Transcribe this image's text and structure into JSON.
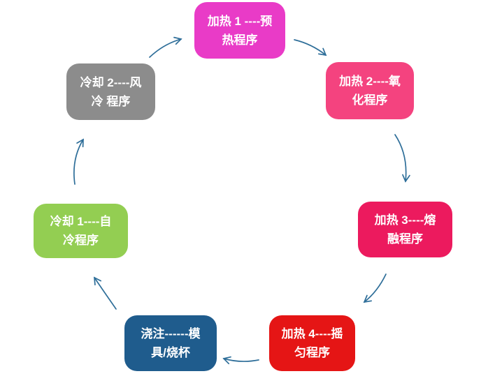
{
  "diagram": {
    "type": "cycle-flowchart",
    "background_color": "#FFFFFF",
    "arrow_color": "#2E6E99",
    "text_color": "#FFFFFF",
    "nodes": [
      {
        "id": "heat-1",
        "line1": "加热 1 ----预",
        "line2": "热程序",
        "color": "#E93BC7"
      },
      {
        "id": "heat-2",
        "line1": "加热 2----氧",
        "line2": "化程序",
        "color": "#F4437F"
      },
      {
        "id": "heat-3",
        "line1": "加热 3----熔",
        "line2": "融程序",
        "color": "#EC1A5E"
      },
      {
        "id": "heat-4",
        "line1": "加热 4----摇",
        "line2": "匀程序",
        "color": "#E51515"
      },
      {
        "id": "pour",
        "line1": "浇注------模",
        "line2": "具/烧杯",
        "color": "#1F5C8D"
      },
      {
        "id": "cool-1",
        "line1": "冷却 1----自",
        "line2": "冷程序",
        "color": "#93CE52"
      },
      {
        "id": "cool-2",
        "line1": "冷却 2----风",
        "line2": "冷 程序",
        "color": "#8C8C8C"
      }
    ],
    "connections": [
      {
        "from": "heat-1",
        "to": "heat-2"
      },
      {
        "from": "heat-2",
        "to": "heat-3"
      },
      {
        "from": "heat-3",
        "to": "heat-4"
      },
      {
        "from": "heat-4",
        "to": "pour"
      },
      {
        "from": "pour",
        "to": "cool-1"
      },
      {
        "from": "cool-1",
        "to": "cool-2"
      },
      {
        "from": "cool-2",
        "to": "heat-1"
      }
    ]
  }
}
